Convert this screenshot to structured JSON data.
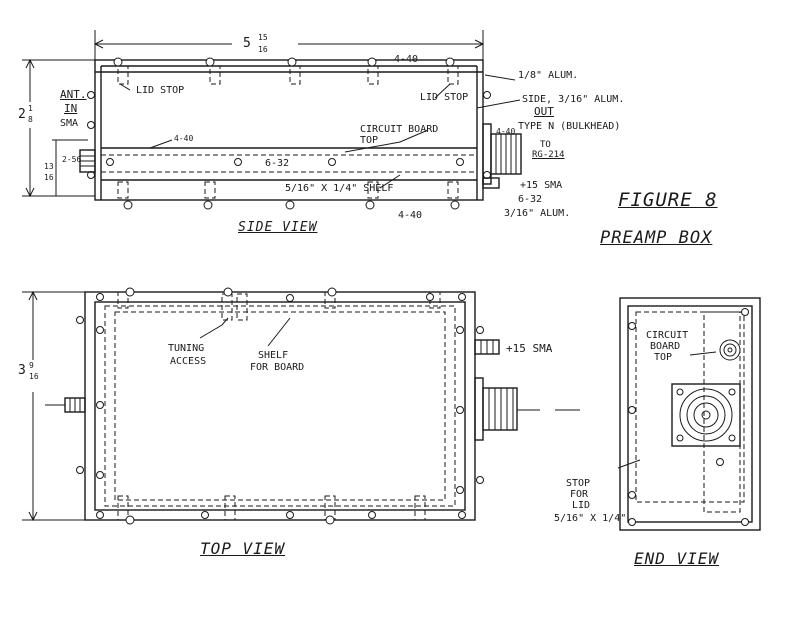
{
  "figure": {
    "title": "FIGURE 8",
    "subtitle": "PREAMP BOX"
  },
  "side_view": {
    "caption": "SIDE VIEW",
    "width_whole": "5",
    "width_num": "15",
    "width_den": "16",
    "height_whole": "2",
    "height_num": "1",
    "height_den": "8",
    "conn_num": "13",
    "conn_den": "16",
    "labels": {
      "screw_top": "4-40",
      "lid_stop_left": "LID STOP",
      "lid_stop_right": "LID STOP",
      "alum_eighth": "1/8\" ALUM.",
      "side_alum": "SIDE, 3/16\" ALUM.",
      "ant": "ANT.",
      "in": "IN",
      "sma": "SMA",
      "screw_2_56": "2-56",
      "screw_mid": "4-40",
      "circuit_board_top": "CIRCUIT BOARD TOP",
      "out": "OUT",
      "type_n": "TYPE N (BULKHEAD)",
      "screw_out": "4-40",
      "to": "TO",
      "rg214": "RG-214",
      "screw_6_32": "6-32",
      "shelf": "5/16\" x 1/4\" SHELF",
      "plus15_sma": "+15 SMA",
      "screw_6_32_b": "6-32",
      "alum_3_16": "3/16\" ALUM.",
      "screw_bottom": "4-40"
    }
  },
  "top_view": {
    "caption": "TOP VIEW",
    "height_whole": "3",
    "height_num": "9",
    "height_den": "16",
    "labels": {
      "tuning": "TUNING",
      "access": "ACCESS",
      "shelf": "SHELF",
      "for_board": "FOR BOARD",
      "plus15_sma": "+15 SMA"
    }
  },
  "end_view": {
    "caption": "END VIEW",
    "labels": {
      "circuit": "CIRCUIT",
      "board": "BOARD",
      "top": "TOP",
      "stop": "STOP",
      "for": "FOR",
      "lid": "LID",
      "size": "5/16\" x 1/4\""
    }
  }
}
